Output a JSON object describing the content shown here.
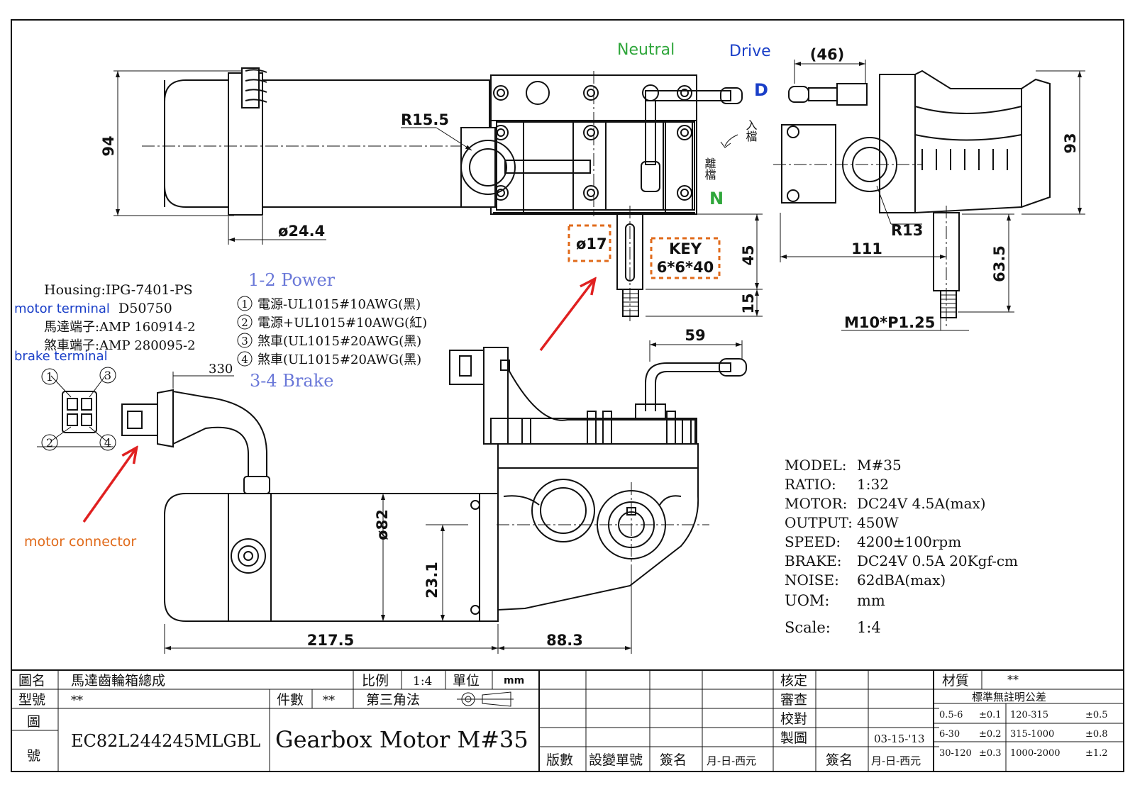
{
  "labels": {
    "neutral": "Neutral",
    "drive": "Drive",
    "d": "D",
    "n": "N",
    "ru_dang": "入檔",
    "li_dang": "離檔",
    "motor_terminal": "motor terminal",
    "brake_terminal": "brake terminal",
    "motor_connector": "motor connector",
    "power_title": "1-2 Power",
    "brake_title": "3-4 Brake",
    "key": "KEY",
    "key_size": "6*6*40"
  },
  "housing": {
    "housing": "Housing:IPG-7401-PS",
    "motor_terminal_value": "D50750",
    "motor_terminal_zh": "馬達端子:AMP 160914-2",
    "brake_terminal_zh": "煞車端子:AMP 280095-2"
  },
  "wires": [
    {
      "num": "1",
      "text": "電源-UL1015#10AWG(黑)"
    },
    {
      "num": "2",
      "text": "電源+UL1015#10AWG(紅)"
    },
    {
      "num": "3",
      "text": "煞車(UL1015#20AWG(黑)"
    },
    {
      "num": "4",
      "text": "煞車(UL1015#20AWG(黑)"
    }
  ],
  "connector_pins": [
    "1",
    "3",
    "2",
    "4"
  ],
  "dimensions": {
    "d94": "94",
    "r15_5": "R15.5",
    "phi24_4": "ø24.4",
    "phi17": "ø17",
    "d45": "45",
    "d15": "15",
    "d46": "(46)",
    "d93": "93",
    "r13": "R13",
    "d111": "111",
    "d63_5": "63.5",
    "thread": "M10*P1.25",
    "d330": "330",
    "d59": "59",
    "phi82": "ø82",
    "d23_1": "23.1",
    "d217_5": "217.5",
    "d88_3": "88.3"
  },
  "specs": [
    {
      "k": "MODEL:",
      "v": "M#35"
    },
    {
      "k": "RATIO:",
      "v": "1:32"
    },
    {
      "k": "MOTOR:",
      "v": "DC24V  4.5A(max)"
    },
    {
      "k": "OUTPUT:",
      "v": "450W"
    },
    {
      "k": "SPEED:",
      "v": "4200±100rpm"
    },
    {
      "k": "BRAKE:",
      "v": "DC24V 0.5A 20Kgf-cm"
    },
    {
      "k": "NOISE:",
      "v": "62dBA(max)"
    },
    {
      "k": "UOM:",
      "v": "mm"
    },
    {
      "k": "Scale:",
      "v": "1:4"
    }
  ],
  "title_block": {
    "name_label": "圖名",
    "name_value": "馬達齒輪箱總成",
    "model_label": "型號",
    "model_value": "**",
    "drawing_no_label_1": "圖",
    "drawing_no_label_2": "號",
    "drawing_no_value": "EC82L244245MLGBL",
    "scale_label": "比例",
    "scale_value": "1:4",
    "unit_label": "單位",
    "unit_value": "mm",
    "qty_label": "件數",
    "qty_value": "**",
    "projection": "第三角法",
    "product_name": "Gearbox Motor M#35",
    "approve": "核定",
    "review": "審查",
    "check": "校對",
    "draw": "製圖",
    "date": "03-15-'13",
    "revision": "版數",
    "change_no": "設變單號",
    "sign": "簽名",
    "date_label": "月-日-西元",
    "sign2": "簽名",
    "date_label2": "月-日-西元",
    "material_label": "材質",
    "material_value": "**",
    "tolerance_title": "標準無註明公差",
    "tolerances": [
      [
        "0.5-6",
        "±0.1",
        "120-315",
        "±0.5"
      ],
      [
        "6-30",
        "±0.2",
        "315-1000",
        "±0.8"
      ],
      [
        "30-120",
        "±0.3",
        "1000-2000",
        "±1.2"
      ]
    ]
  }
}
